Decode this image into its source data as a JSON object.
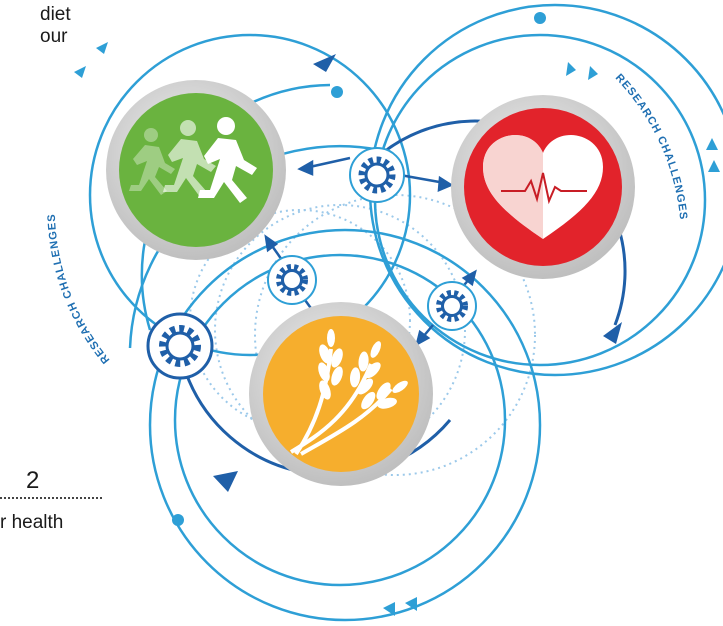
{
  "text_fragments": {
    "top_line_1": "diet",
    "top_line_2": "our",
    "number": "2",
    "bottom_line": "r health"
  },
  "ring_labels": {
    "left": "RESEARCH CHALLENGES",
    "right": "RESEARCH CHALLENGES"
  },
  "colors": {
    "accent_blue": "#2e9fd6",
    "dark_blue": "#1f5fa8",
    "running_green": "#6ab33f",
    "heart_red": "#e2232b",
    "wheat_orange": "#f6ae2d",
    "disc_gray": "#cfcfcf"
  },
  "icons": [
    "running-people-icon",
    "heart-pulse-icon",
    "wheat-icon",
    "gear-icon"
  ]
}
